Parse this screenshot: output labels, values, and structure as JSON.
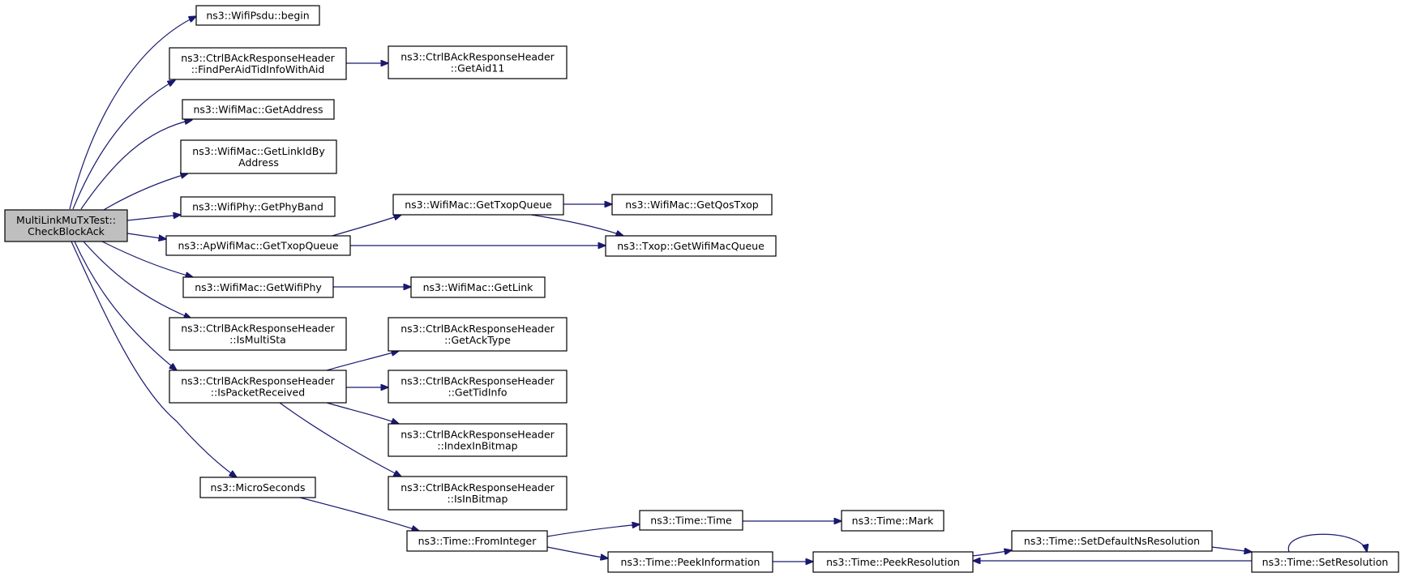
{
  "graph": {
    "nodes": [
      {
        "id": "root",
        "lines": [
          "MultiLinkMuTxTest::",
          "CheckBlockAck"
        ],
        "highlighted": true
      },
      {
        "id": "psdu_begin",
        "lines": [
          "ns3::WifiPsdu::begin"
        ]
      },
      {
        "id": "find_per_aid",
        "lines": [
          "ns3::CtrlBAckResponseHeader",
          "::FindPerAidTidInfoWithAid"
        ]
      },
      {
        "id": "get_aid11",
        "lines": [
          "ns3::CtrlBAckResponseHeader",
          "::GetAid11"
        ]
      },
      {
        "id": "get_address",
        "lines": [
          "ns3::WifiMac::GetAddress"
        ]
      },
      {
        "id": "get_linkid",
        "lines": [
          "ns3::WifiMac::GetLinkIdBy",
          "Address"
        ]
      },
      {
        "id": "get_phyband",
        "lines": [
          "ns3::WifiPhy::GetPhyBand"
        ]
      },
      {
        "id": "mac_get_txop",
        "lines": [
          "ns3::WifiMac::GetTxopQueue"
        ]
      },
      {
        "id": "get_qostxop",
        "lines": [
          "ns3::WifiMac::GetQosTxop"
        ]
      },
      {
        "id": "ap_get_txop",
        "lines": [
          "ns3::ApWifiMac::GetTxopQueue"
        ]
      },
      {
        "id": "txop_queue",
        "lines": [
          "ns3::Txop::GetWifiMacQueue"
        ]
      },
      {
        "id": "get_wifiphy",
        "lines": [
          "ns3::WifiMac::GetWifiPhy"
        ]
      },
      {
        "id": "get_link",
        "lines": [
          "ns3::WifiMac::GetLink"
        ]
      },
      {
        "id": "is_multista",
        "lines": [
          "ns3::CtrlBAckResponseHeader",
          "::IsMultiSta"
        ]
      },
      {
        "id": "get_acktype",
        "lines": [
          "ns3::CtrlBAckResponseHeader",
          "::GetAckType"
        ]
      },
      {
        "id": "is_packet_recv",
        "lines": [
          "ns3::CtrlBAckResponseHeader",
          "::IsPacketReceived"
        ]
      },
      {
        "id": "get_tidinfo",
        "lines": [
          "ns3::CtrlBAckResponseHeader",
          "::GetTidInfo"
        ]
      },
      {
        "id": "index_in_bitmap",
        "lines": [
          "ns3::CtrlBAckResponseHeader",
          "::IndexInBitmap"
        ]
      },
      {
        "id": "micro_seconds",
        "lines": [
          "ns3::MicroSeconds"
        ]
      },
      {
        "id": "is_in_bitmap",
        "lines": [
          "ns3::CtrlBAckResponseHeader",
          "::IsInBitmap"
        ]
      },
      {
        "id": "time_time",
        "lines": [
          "ns3::Time::Time"
        ]
      },
      {
        "id": "time_mark",
        "lines": [
          "ns3::Time::Mark"
        ]
      },
      {
        "id": "from_integer",
        "lines": [
          "ns3::Time::FromInteger"
        ]
      },
      {
        "id": "set_default_ns",
        "lines": [
          "ns3::Time::SetDefaultNsResolution"
        ]
      },
      {
        "id": "peek_info",
        "lines": [
          "ns3::Time::PeekInformation"
        ]
      },
      {
        "id": "peek_res",
        "lines": [
          "ns3::Time::PeekResolution"
        ]
      },
      {
        "id": "set_res",
        "lines": [
          "ns3::Time::SetResolution"
        ]
      }
    ],
    "edges": [
      {
        "from": "root",
        "to": "psdu_begin"
      },
      {
        "from": "root",
        "to": "find_per_aid"
      },
      {
        "from": "root",
        "to": "get_address"
      },
      {
        "from": "root",
        "to": "get_linkid"
      },
      {
        "from": "root",
        "to": "get_phyband"
      },
      {
        "from": "root",
        "to": "ap_get_txop"
      },
      {
        "from": "root",
        "to": "get_wifiphy"
      },
      {
        "from": "root",
        "to": "is_multista"
      },
      {
        "from": "root",
        "to": "is_packet_recv"
      },
      {
        "from": "root",
        "to": "micro_seconds"
      },
      {
        "from": "find_per_aid",
        "to": "get_aid11"
      },
      {
        "from": "ap_get_txop",
        "to": "mac_get_txop"
      },
      {
        "from": "ap_get_txop",
        "to": "txop_queue"
      },
      {
        "from": "mac_get_txop",
        "to": "get_qostxop"
      },
      {
        "from": "mac_get_txop",
        "to": "txop_queue"
      },
      {
        "from": "get_wifiphy",
        "to": "get_link"
      },
      {
        "from": "is_packet_recv",
        "to": "get_acktype"
      },
      {
        "from": "is_packet_recv",
        "to": "get_tidinfo"
      },
      {
        "from": "is_packet_recv",
        "to": "index_in_bitmap"
      },
      {
        "from": "is_packet_recv",
        "to": "is_in_bitmap"
      },
      {
        "from": "micro_seconds",
        "to": "from_integer"
      },
      {
        "from": "from_integer",
        "to": "time_time"
      },
      {
        "from": "from_integer",
        "to": "peek_info"
      },
      {
        "from": "time_time",
        "to": "time_mark"
      },
      {
        "from": "peek_info",
        "to": "peek_res"
      },
      {
        "from": "peek_res",
        "to": "set_default_ns"
      },
      {
        "from": "set_default_ns",
        "to": "set_res"
      },
      {
        "from": "set_res",
        "to": "peek_res"
      },
      {
        "from": "set_res",
        "to": "set_res"
      }
    ]
  },
  "colors": {
    "edge": "#191970",
    "root_fill": "#bfbfbf",
    "node_fill": "#ffffff",
    "node_border": "#000000"
  }
}
